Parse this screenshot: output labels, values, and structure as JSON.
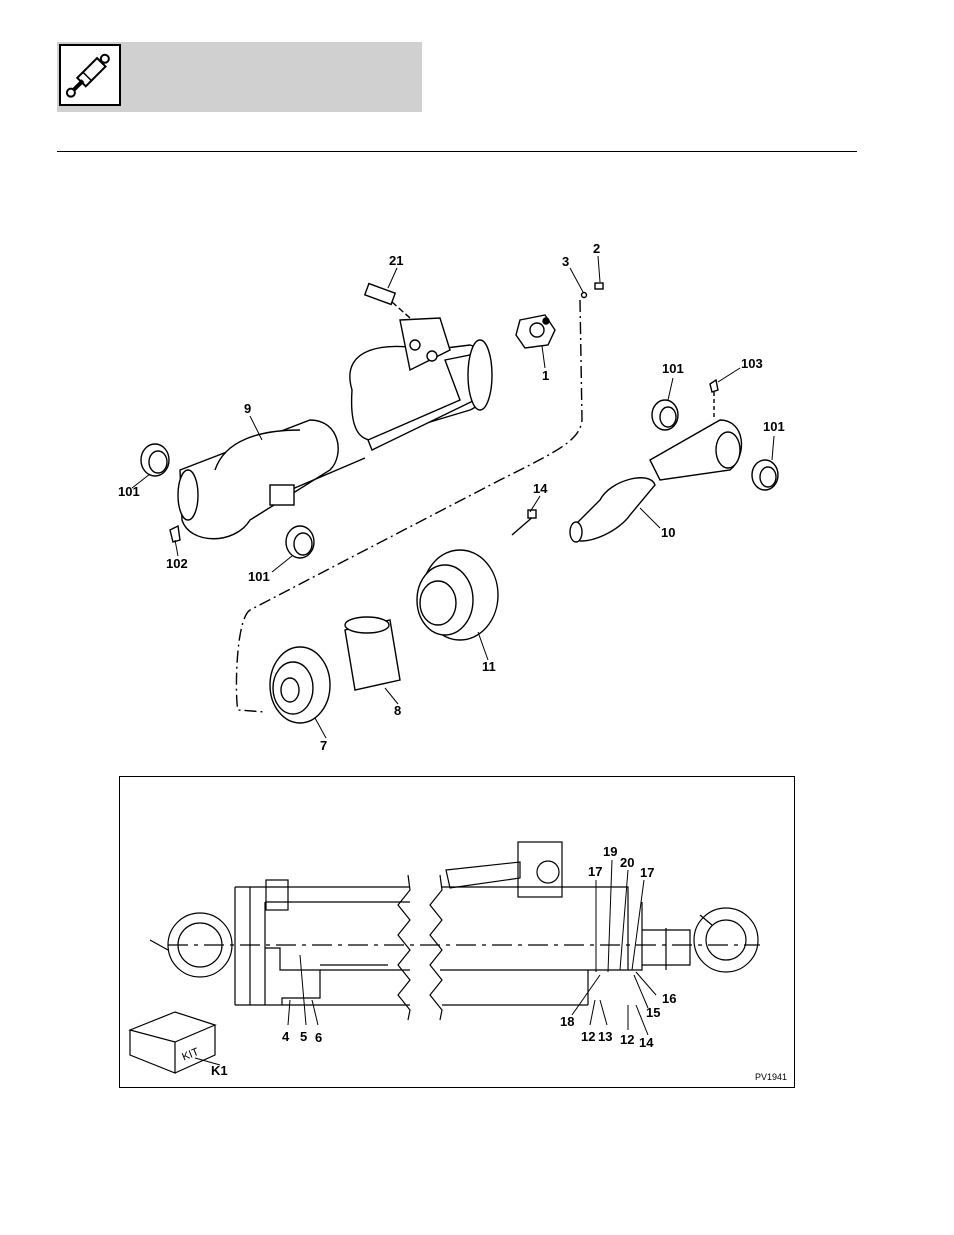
{
  "header": {
    "icon": "hydraulic-cylinder-icon"
  },
  "exploded_view": {
    "callouts": [
      "21",
      "3",
      "2",
      "1",
      "101",
      "103",
      "9",
      "101",
      "14",
      "10",
      "101",
      "102",
      "101",
      "11",
      "8",
      "7"
    ]
  },
  "section_view": {
    "callouts": [
      "19",
      "17",
      "20",
      "17",
      "16",
      "15",
      "18",
      "12",
      "13",
      "12",
      "14",
      "4",
      "5",
      "6"
    ],
    "kit_label": "KIT",
    "kit_callout": "K1",
    "figure_code": "PV1941"
  }
}
